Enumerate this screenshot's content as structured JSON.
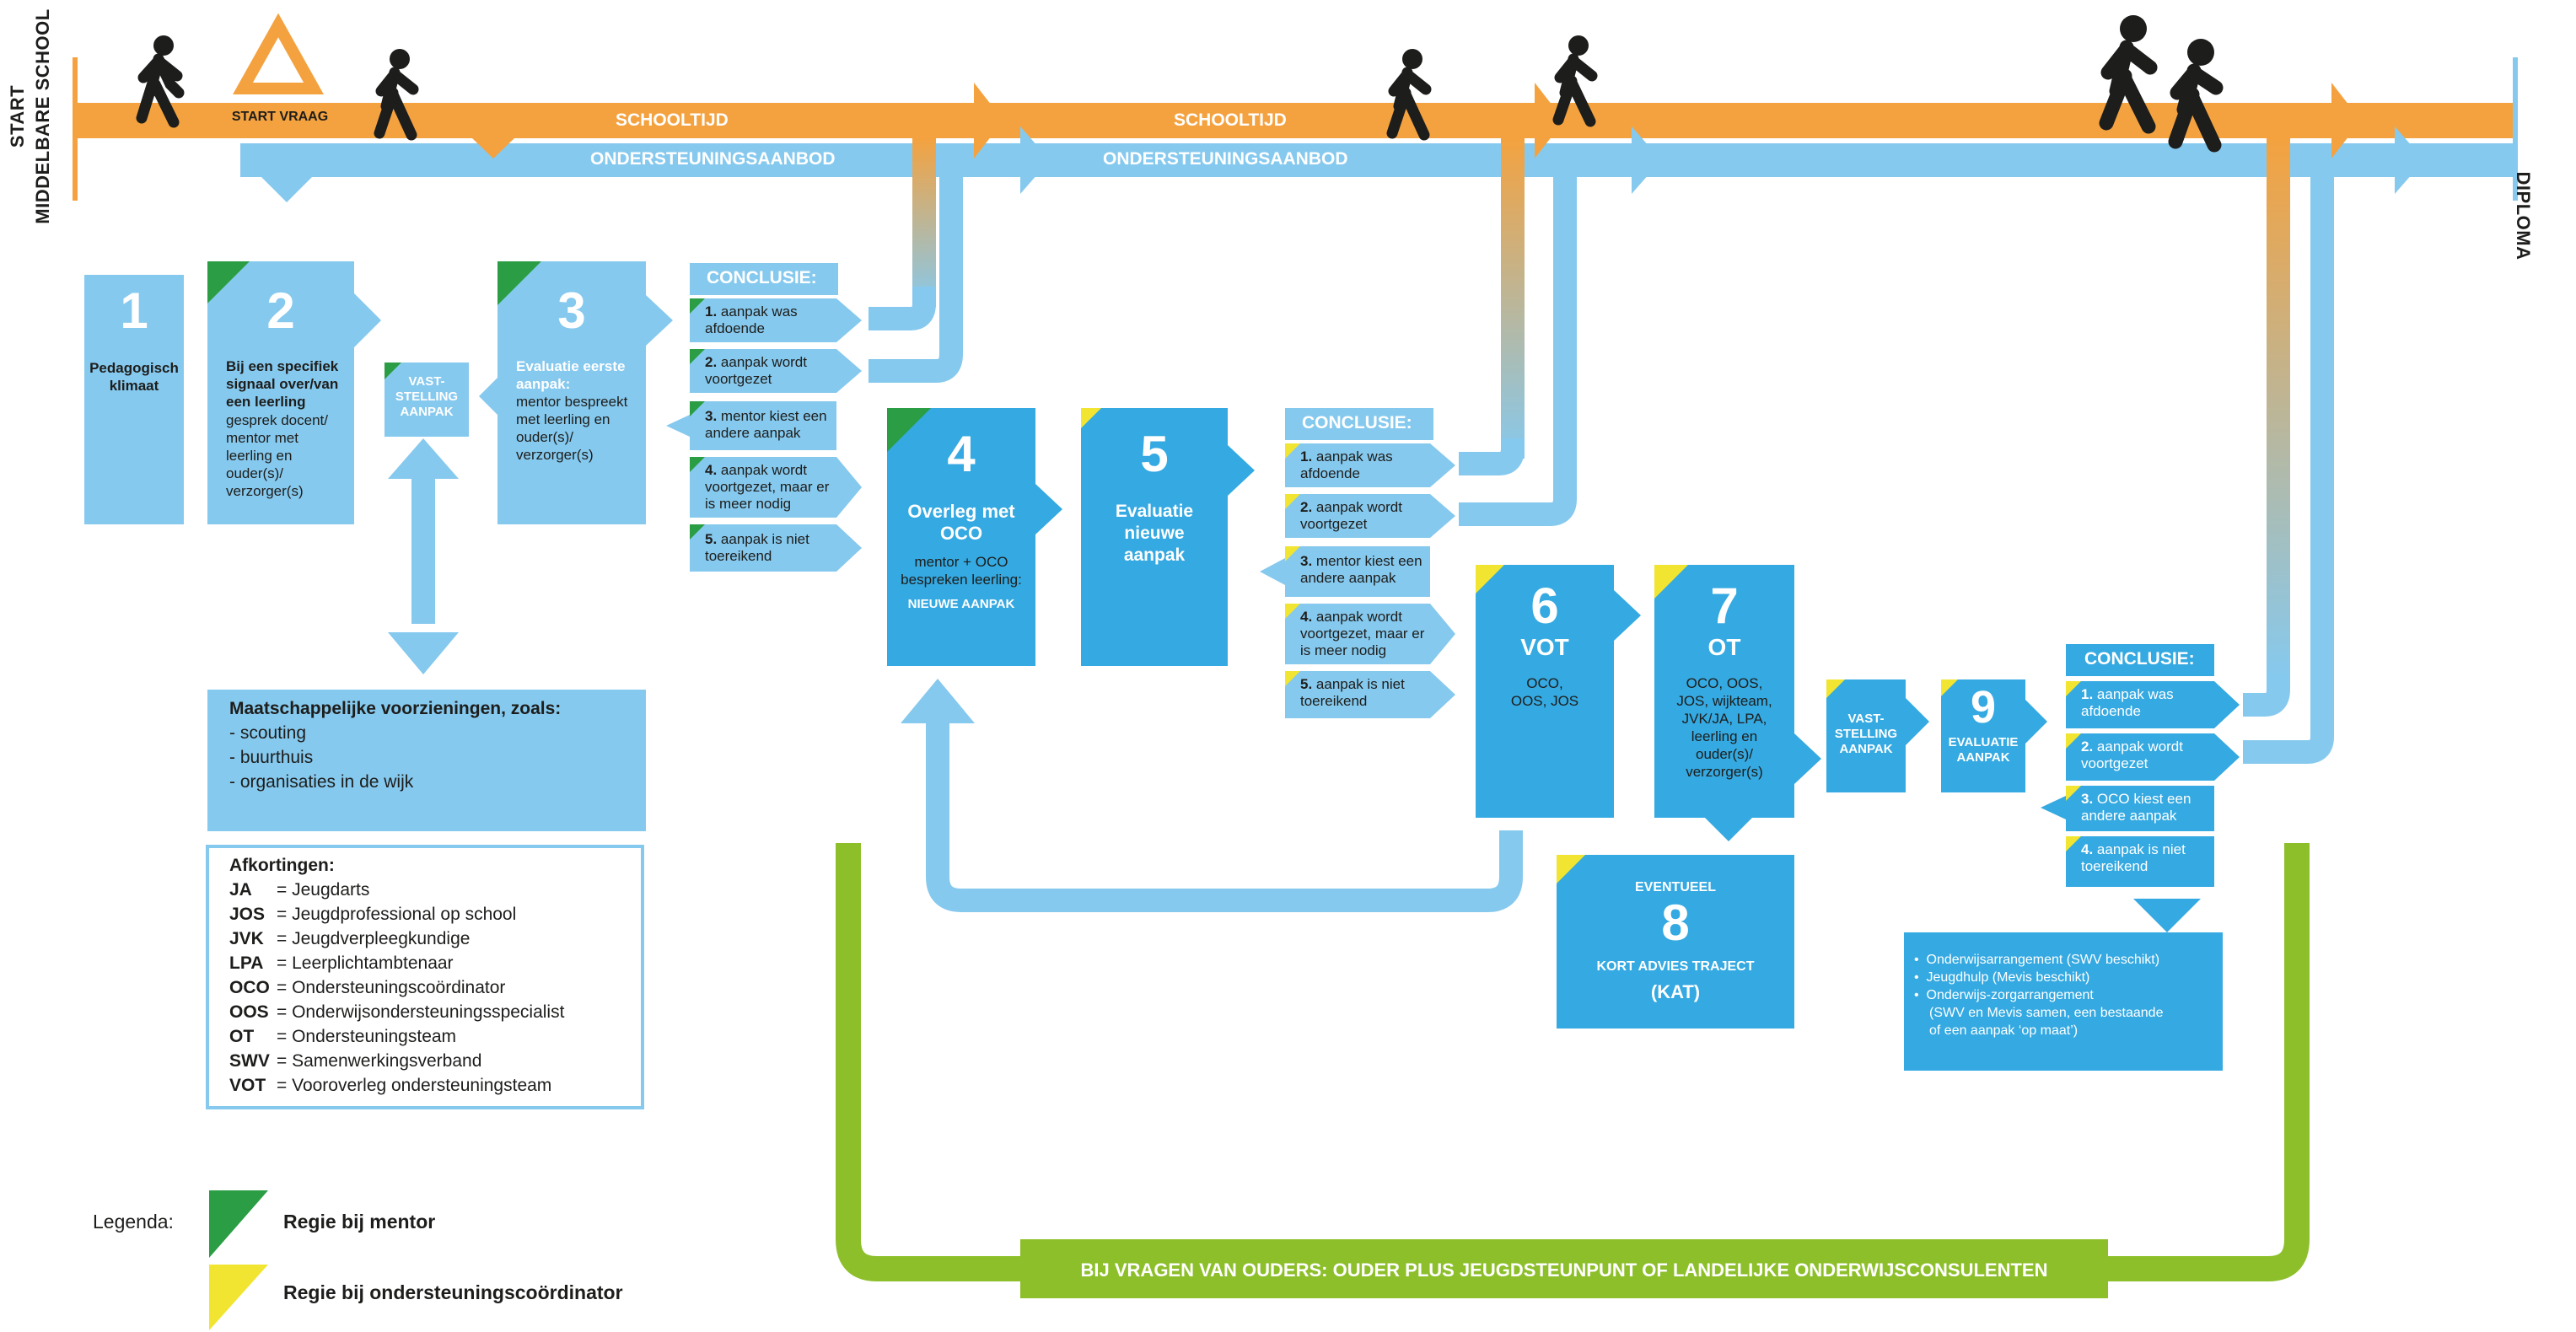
{
  "timeline": {
    "start_label_line1": "START",
    "start_label_line2": "MIDDELBARE SCHOOL",
    "end_label": "DIPLOMA",
    "start_question": "START VRAAG",
    "schooltijd_label": "SCHOOLTIJD",
    "ondersteuning_label": "ONDERSTEUNINGSAANBOD"
  },
  "colors": {
    "orange": "#f4a23f",
    "light_blue": "#86c9ee",
    "dark_blue": "#35a9e1",
    "green_mentor": "#2a9d45",
    "yellow_oco": "#f1e531",
    "lime": "#8dbf2b"
  },
  "steps": {
    "s1": {
      "num": "1",
      "text": "Pedagogisch klimaat"
    },
    "s2": {
      "num": "2",
      "bold": "Bij een specifiek signaal over/van een leerling",
      "text": "gesprek docent/ mentor met leerling en ouder(s)/ verzorger(s)"
    },
    "vast1": "VAST-STELLING AANPAK",
    "s3": {
      "num": "3",
      "bold": "Evaluatie eerste aanpak:",
      "text": "mentor bespreekt met leerling en ouder(s)/ verzorger(s)"
    },
    "s4": {
      "num": "4",
      "title": "Overleg met OCO",
      "text": "mentor + OCO bespreken leerling:",
      "sub": "NIEUWE AANPAK"
    },
    "s5": {
      "num": "5",
      "text": "Evaluatie nieuwe aanpak"
    },
    "s6": {
      "num": "6",
      "title": "VOT",
      "text": "OCO, OOS, JOS"
    },
    "s7": {
      "num": "7",
      "title": "OT",
      "text": "OCO, OOS, JOS, wijkteam, JVK/JA, LPA, leerling en ouder(s)/ verzorger(s)"
    },
    "s8": {
      "pre": "EVENTUEEL",
      "num": "8",
      "text": "KORT ADVIES TRAJECT",
      "sub": "(KAT)"
    },
    "vast2": "VAST-STELLING AANPAK",
    "s9": {
      "num": "9",
      "text": "EVALUATIE AANPAK"
    }
  },
  "conclusions": {
    "header": "CONCLUSIE:",
    "c1": [
      {
        "n": "1.",
        "t": "aanpak was afdoende"
      },
      {
        "n": "2.",
        "t": "aanpak wordt voortgezet"
      },
      {
        "n": "3.",
        "t": "mentor  kiest een andere aanpak"
      },
      {
        "n": "4.",
        "t": "aanpak wordt voortgezet, maar er is meer nodig"
      },
      {
        "n": "5.",
        "t": "aanpak is niet toereikend"
      }
    ],
    "c2": [
      {
        "n": "1.",
        "t": "aanpak was afdoende"
      },
      {
        "n": "2.",
        "t": "aanpak wordt voortgezet"
      },
      {
        "n": "3.",
        "t": "mentor kiest een andere aanpak"
      },
      {
        "n": "4.",
        "t": "aanpak wordt voortgezet, maar er is meer nodig"
      },
      {
        "n": "5.",
        "t": "aanpak is niet toereikend"
      }
    ],
    "c3": [
      {
        "n": "1.",
        "t": "aanpak was afdoende"
      },
      {
        "n": "2.",
        "t": "aanpak wordt voortgezet"
      },
      {
        "n": "3.",
        "t": "OCO kiest een andere aanpak"
      },
      {
        "n": "4.",
        "t": "aanpak is niet toereikend"
      }
    ]
  },
  "maatschappelijk": {
    "title": "Maatschappelijke voorzieningen, zoals:",
    "items": [
      "- scouting",
      "- buurthuis",
      "- organisaties in de wijk"
    ]
  },
  "afkortingen": {
    "title": "Afkortingen:",
    "items": [
      {
        "k": "JA",
        "v": "= Jeugdarts"
      },
      {
        "k": "JOS",
        "v": "= Jeugdprofessional op school"
      },
      {
        "k": "JVK",
        "v": "= Jeugdverpleegkundige"
      },
      {
        "k": "LPA",
        "v": "= Leerplichtambtenaar"
      },
      {
        "k": "OCO",
        "v": "= Ondersteuningscoördinator"
      },
      {
        "k": "OOS",
        "v": "= Onderwijsondersteuningsspecialist"
      },
      {
        "k": "OT",
        "v": "= Ondersteuningsteam"
      },
      {
        "k": "SWV",
        "v": "= Samenwerkingsverband"
      },
      {
        "k": "VOT",
        "v": "= Vooroverleg ondersteuningsteam"
      }
    ]
  },
  "arrangements": [
    "Onderwijsarrangement (SWV beschikt)",
    "Jeugdhulp  (Mevis beschikt)",
    "Onderwijs-zorgarrangement",
    "(SWV en Mevis samen, een bestaande",
    "of een aanpak ‘op maat’)"
  ],
  "bottom_band": "BIJ VRAGEN VAN OUDERS: OUDER PLUS JEUGDSTEUNPUNT OF LANDELIJKE ONDERWIJSCONSULENTEN",
  "legend": {
    "label": "Legenda:",
    "mentor": "Regie bij mentor",
    "oco": "Regie bij ondersteuningscoördinator"
  }
}
